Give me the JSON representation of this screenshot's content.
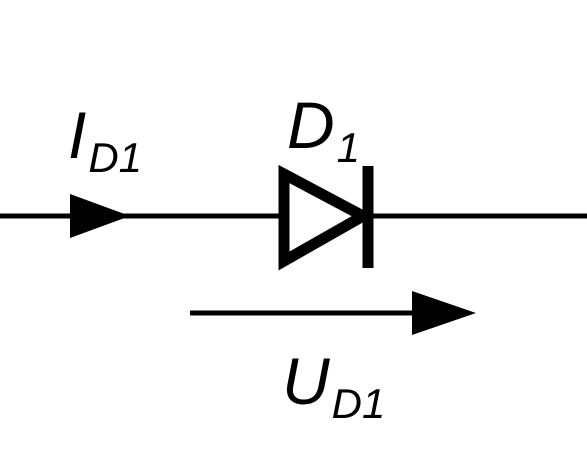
{
  "diagram": {
    "stroke_color": "#000000",
    "background": "#ffffff",
    "current_label": {
      "symbol": "I",
      "subscript": "D1"
    },
    "diode_label": {
      "symbol": "D",
      "subscript": "1"
    },
    "voltage_label": {
      "symbol": "U",
      "subscript": "D1"
    }
  }
}
